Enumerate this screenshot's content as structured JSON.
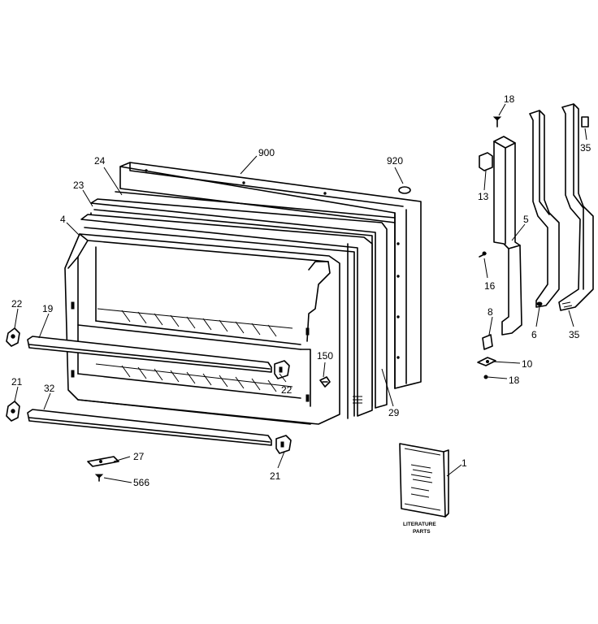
{
  "callouts": [
    {
      "id": "c900",
      "text": "900"
    },
    {
      "id": "c920",
      "text": "920"
    },
    {
      "id": "c24",
      "text": "24"
    },
    {
      "id": "c23",
      "text": "23"
    },
    {
      "id": "c4",
      "text": "4"
    },
    {
      "id": "c22a",
      "text": "22"
    },
    {
      "id": "c19",
      "text": "19"
    },
    {
      "id": "c22b",
      "text": "22"
    },
    {
      "id": "c150",
      "text": "150"
    },
    {
      "id": "c29",
      "text": "29"
    },
    {
      "id": "c21a",
      "text": "21"
    },
    {
      "id": "c32",
      "text": "32"
    },
    {
      "id": "c21b",
      "text": "21"
    },
    {
      "id": "c27",
      "text": "27"
    },
    {
      "id": "c566",
      "text": "566"
    },
    {
      "id": "c1",
      "text": "1"
    },
    {
      "id": "c18a",
      "text": "18"
    },
    {
      "id": "c13",
      "text": "13"
    },
    {
      "id": "c5",
      "text": "5"
    },
    {
      "id": "c16",
      "text": "16"
    },
    {
      "id": "c8",
      "text": "8"
    },
    {
      "id": "c10",
      "text": "10"
    },
    {
      "id": "c18b",
      "text": "18"
    },
    {
      "id": "c6",
      "text": "6"
    },
    {
      "id": "c35a",
      "text": "35"
    },
    {
      "id": "c35b",
      "text": "35"
    }
  ],
  "literature": {
    "line1": "LITERATURE",
    "line2": "PARTS"
  }
}
